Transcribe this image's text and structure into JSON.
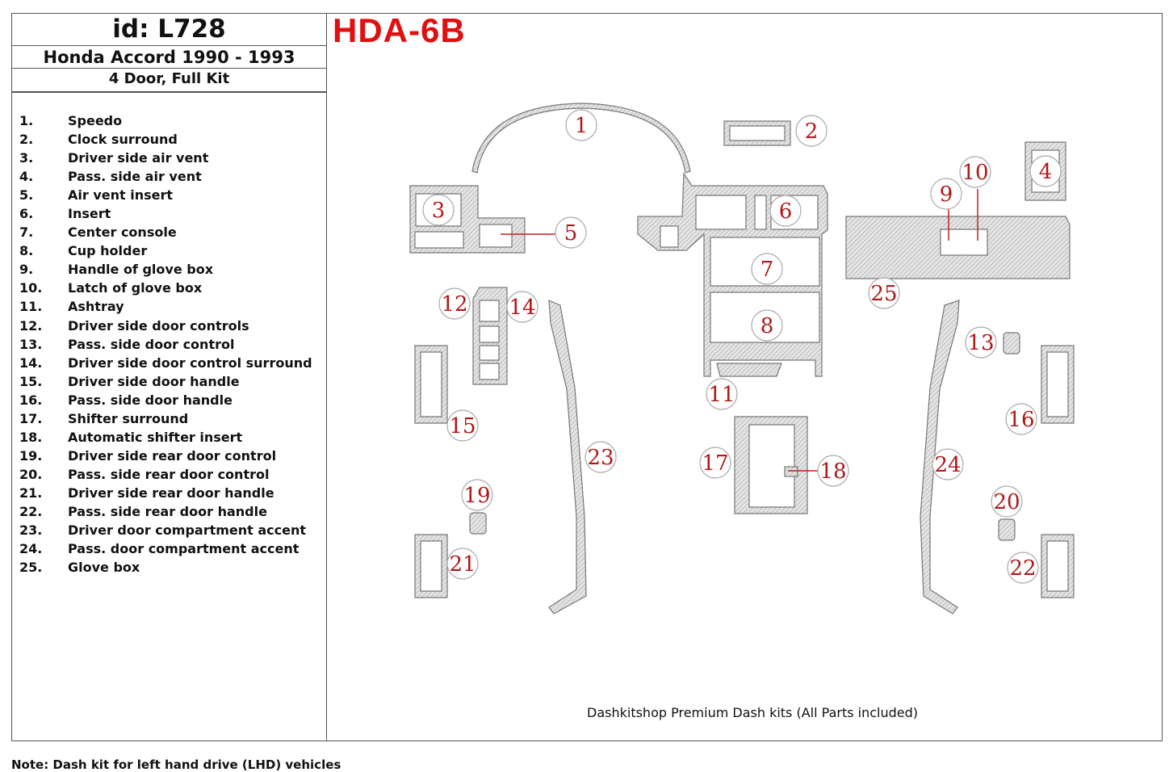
{
  "header": {
    "id_label": "id: L728",
    "model": "Honda Accord 1990 - 1993",
    "kit": "4 Door, Full Kit"
  },
  "code": "HDA-6B",
  "parts": [
    {
      "num": "1.",
      "name": "Speedo"
    },
    {
      "num": "2.",
      "name": "Clock surround"
    },
    {
      "num": "3.",
      "name": "Driver side air vent"
    },
    {
      "num": "4.",
      "name": "Pass. side air vent"
    },
    {
      "num": "5.",
      "name": "Air vent insert"
    },
    {
      "num": "6.",
      "name": "Insert"
    },
    {
      "num": "7.",
      "name": "Center console"
    },
    {
      "num": "8.",
      "name": "Cup holder"
    },
    {
      "num": "9.",
      "name": "Handle of glove box"
    },
    {
      "num": "10.",
      "name": "Latch of glove box"
    },
    {
      "num": "11.",
      "name": "Ashtray"
    },
    {
      "num": "12.",
      "name": "Driver side door controls"
    },
    {
      "num": "13.",
      "name": "Pass. side door control"
    },
    {
      "num": "14.",
      "name": "Driver side door control surround"
    },
    {
      "num": "15.",
      "name": "Driver side door handle"
    },
    {
      "num": "16.",
      "name": "Pass. side door handle"
    },
    {
      "num": "17.",
      "name": "Shifter surround"
    },
    {
      "num": "18.",
      "name": "Automatic shifter insert"
    },
    {
      "num": "19.",
      "name": "Driver side rear door control"
    },
    {
      "num": "20.",
      "name": "Pass. side rear door control"
    },
    {
      "num": "21.",
      "name": "Driver side rear door handle"
    },
    {
      "num": "22.",
      "name": "Pass. side rear door handle"
    },
    {
      "num": "23.",
      "name": "Driver door compartment accent"
    },
    {
      "num": "24.",
      "name": "Pass. door compartment accent"
    },
    {
      "num": "25.",
      "name": "Glove box"
    }
  ],
  "callouts": [
    "1",
    "2",
    "3",
    "4",
    "5",
    "6",
    "7",
    "8",
    "9",
    "10",
    "11",
    "12",
    "13",
    "14",
    "15",
    "16",
    "17",
    "18",
    "19",
    "20",
    "21",
    "22",
    "23",
    "24",
    "25"
  ],
  "caption": "Dashkitshop Premium Dash kits (All Parts included)",
  "note": "Note: Dash kit for left hand drive (LHD) vehicles",
  "colors": {
    "code": "#e01010",
    "callout_text": "#b01818",
    "part_fill": "#d8d8d8"
  }
}
